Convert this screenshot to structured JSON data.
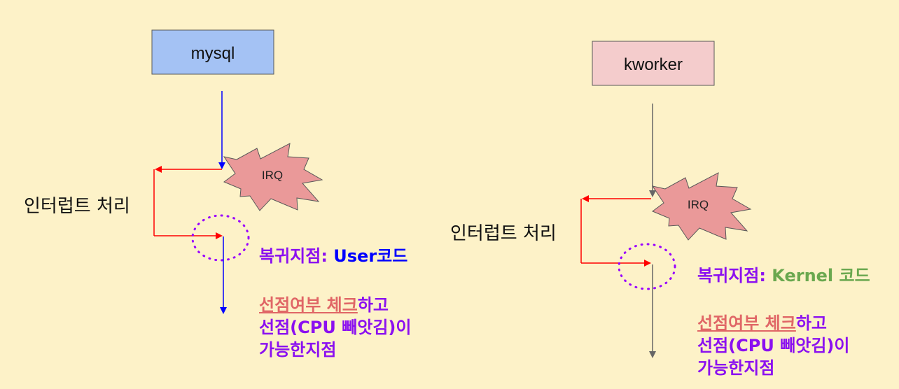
{
  "colors": {
    "background": "#fdf2c8",
    "mysql_box": "#a4c2f4",
    "kworker_box": "#f4cccc",
    "irq_burst": "#ea9999",
    "user_flow_arrow": "#0000ff",
    "kernel_flow_arrow": "#666666",
    "interrupt_arrow": "#ff0000",
    "dotted_circle": "#9900ff",
    "note_text": "#8b10f0",
    "user_code_text": "#0000ff",
    "kernel_code_text": "#6aa84f",
    "preempt_check_text": "#e06666"
  },
  "left": {
    "process_label": "mysql",
    "irq_label": "IRQ",
    "interrupt_handling_label": "인터럽트 처리",
    "return_point_prefix": "복귀지점: ",
    "return_point_code": "User코드",
    "preempt_check": "선점여부 체크",
    "preempt_check_suffix": "하고",
    "preempt_line2": "선점(CPU 빼앗김)이",
    "preempt_line3": "가능한지점"
  },
  "right": {
    "process_label": "kworker",
    "irq_label": "IRQ",
    "interrupt_handling_label": "인터럽트 처리",
    "return_point_prefix": "복귀지점: ",
    "return_point_code": "Kernel 코드",
    "preempt_check": "선점여부 체크",
    "preempt_check_suffix": "하고",
    "preempt_line2": "선점(CPU 빼앗김)이",
    "preempt_line3": "가능한지점"
  }
}
